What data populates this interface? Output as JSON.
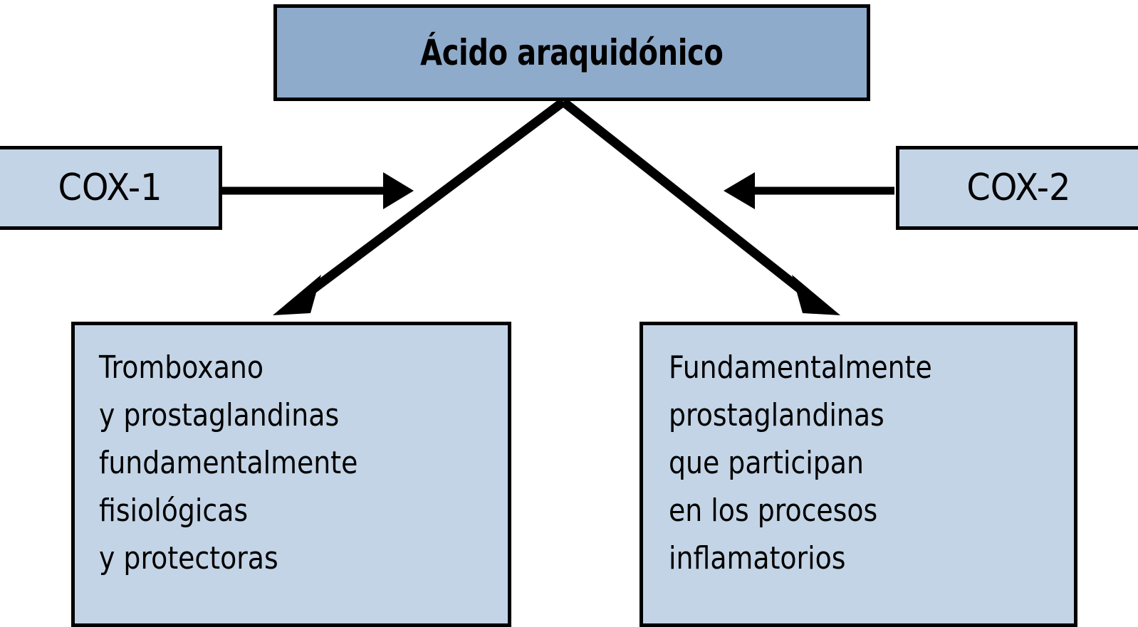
{
  "diagram": {
    "title_box": {
      "label": "Ácido araquidónico",
      "fill": "#8fabcb",
      "stroke": "#000000"
    },
    "enzymes": [
      {
        "name": "cox-1",
        "label": "COX-1",
        "fill": "#c3d4e6"
      },
      {
        "name": "cox-2",
        "label": "COX-2",
        "fill": "#c3d4e6"
      }
    ],
    "outcomes": [
      {
        "name": "left-outcome",
        "fill": "#c3d4e6",
        "lines": [
          "Tromboxano",
          "y prostaglandinas",
          "fundamentalmente",
          "fisiológicas",
          "y protectoras"
        ]
      },
      {
        "name": "right-outcome",
        "fill": "#c3d4e6",
        "lines": [
          "Fundamentalmente",
          "prostaglandinas",
          "que participan",
          "en los procesos",
          "inflamatorios"
        ]
      }
    ],
    "arrows": [
      {
        "name": "cox1-to-arachidonic",
        "direction": "right"
      },
      {
        "name": "cox2-to-arachidonic",
        "direction": "left"
      },
      {
        "name": "arachidonic-to-left-outcome",
        "direction": "down-left"
      },
      {
        "name": "arachidonic-to-right-outcome",
        "direction": "down-right"
      }
    ]
  }
}
